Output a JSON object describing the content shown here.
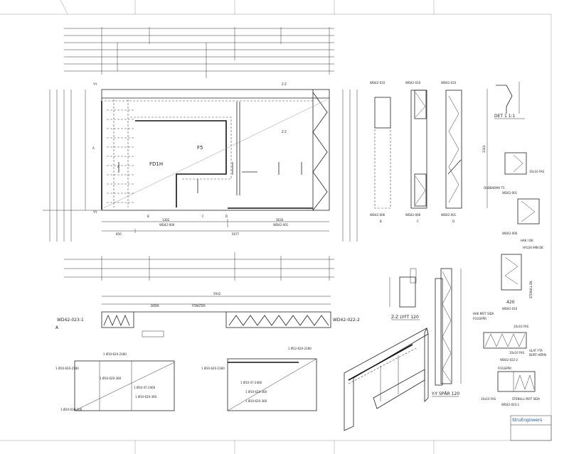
{
  "sheet": {
    "main_elevation": {
      "opening_labels": [
        "FD1H",
        "F5"
      ],
      "section_marks": [
        "Y-Y",
        "Y-Y",
        "Z-Z",
        "Z-Z",
        "A",
        "B",
        "C",
        "D"
      ],
      "dimensions_bottom": [
        "1302",
        "3630",
        "WD42-006",
        "WD42-001",
        "850",
        "5077"
      ]
    },
    "sections": [
      {
        "top": "WD42-010",
        "bottom": "WD42-006",
        "letter": "B"
      },
      {
        "top": "WD42-010",
        "bottom": "WD42-006",
        "letter": "C"
      },
      {
        "top": "WD42-010",
        "bottom": "WD42-001",
        "letter": "D"
      }
    ],
    "section_total_height": "3344",
    "detail_title": "DET 1  1:1",
    "detail_labels": {
      "note_fas": "10x10 FAS",
      "underkant": "OUBBARMA T5",
      "ref1": "WD42-001",
      "ref2": "WD42-006",
      "hak": "HAK I DK",
      "hylsa": "HYLSA MIN DK",
      "stenull": "STENULL DK",
      "width_420": "420",
      "ref3": "WD42-010",
      "hak_mot_sida": "HAK MOT SIDA",
      "fogspar": "FOGSPÅR",
      "fas2": "10x10 FAS",
      "ulat": "ULAT YTA",
      "bort": "BORT HÖRN",
      "ref4": "WD42-022-2",
      "fogspar2": "FOGSPÅR",
      "fas3": "10x10 FAS",
      "stenull_mot_sida": "STENULL MOT SIDA",
      "ref5": "WD42-023-1"
    },
    "plan_section": {
      "overall": "5932",
      "left_ref": "WD42-023-1",
      "right_ref": "WD42-022-2",
      "mark": "A",
      "labels": [
        "DÖRR",
        "FÖNSTER"
      ]
    },
    "zz_title": "Z-Z  LYFT 120",
    "yy_title": "Y-Y  SPÅR 120",
    "rebar_labels_left": [
      "1 Ø10-620-2180",
      "1 Ø10-620-2180",
      "1 Ø10-620-360",
      "1 Ø10-47-2460",
      "1 Ø10-620-360",
      "1 Ø10-630-200"
    ],
    "rebar_labels_right": [
      "1 Ø12-620-2180",
      "1 Ø10-620-2180",
      "1 Ø10-47-2460",
      "1 Ø10-620-360",
      "1 Ø10-620-360"
    ],
    "title_block": {
      "company": "StruEngineers"
    }
  }
}
